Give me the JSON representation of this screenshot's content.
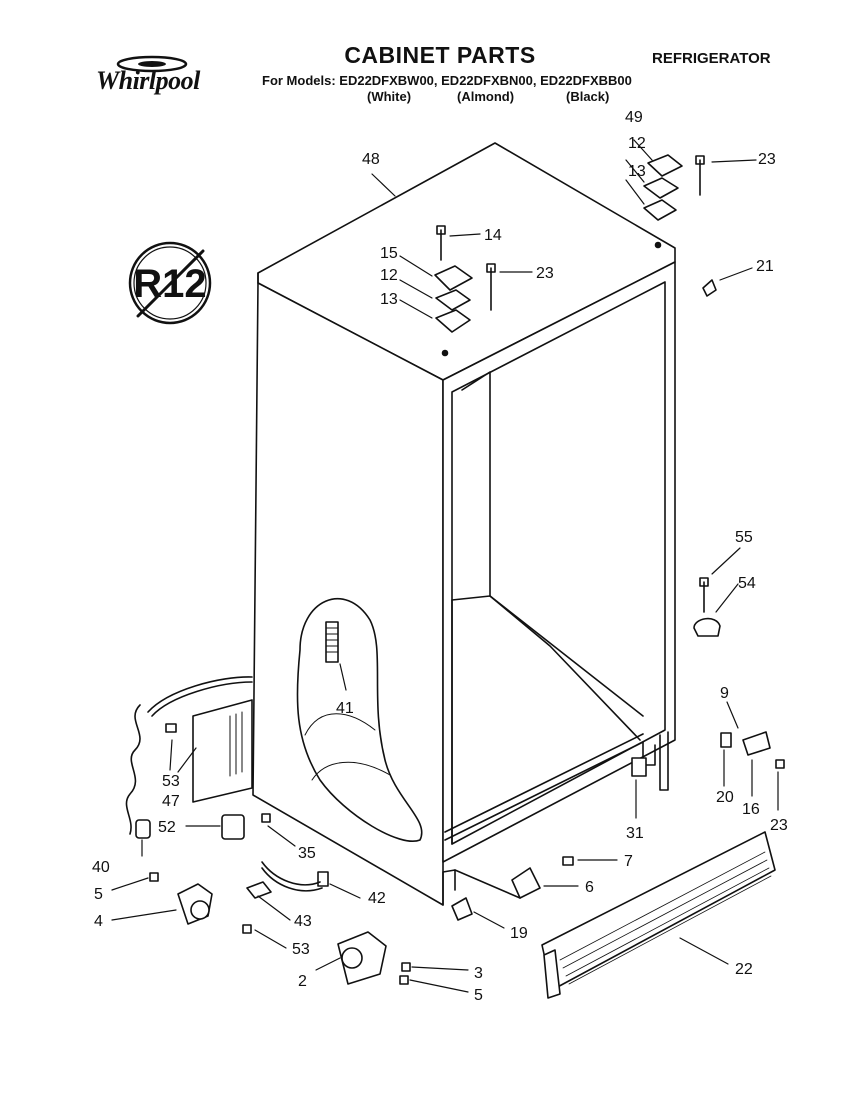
{
  "header": {
    "brand": "Whirlpool",
    "title": "CABINET PARTS",
    "appliance": "REFRIGERATOR",
    "models_line": "For Models: ED22DFXBW00, ED22DFXBN00, ED22DFXBB00",
    "colors": [
      "(White)",
      "(Almond)",
      "(Black)"
    ]
  },
  "refrigerant_badge": "R12",
  "callouts": {
    "c48": "48",
    "c49": "49",
    "c12a": "12",
    "c23a": "23",
    "c13a": "13",
    "c14": "14",
    "c15": "15",
    "c12b": "12",
    "c23b": "23",
    "c13b": "13",
    "c21": "21",
    "c55": "55",
    "c54": "54",
    "c41": "41",
    "c9": "9",
    "c53a": "53",
    "c47": "47",
    "c20": "20",
    "c16": "16",
    "c23c": "23",
    "c52": "52",
    "c31": "31",
    "c40": "40",
    "c35": "35",
    "c7": "7",
    "c5a": "5",
    "c42": "42",
    "c6": "6",
    "c4": "4",
    "c43": "43",
    "c19": "19",
    "c53b": "53",
    "c22": "22",
    "c3": "3",
    "c2": "2",
    "c5b": "5"
  },
  "colors": {
    "ink": "#111111",
    "paper": "#ffffff"
  }
}
